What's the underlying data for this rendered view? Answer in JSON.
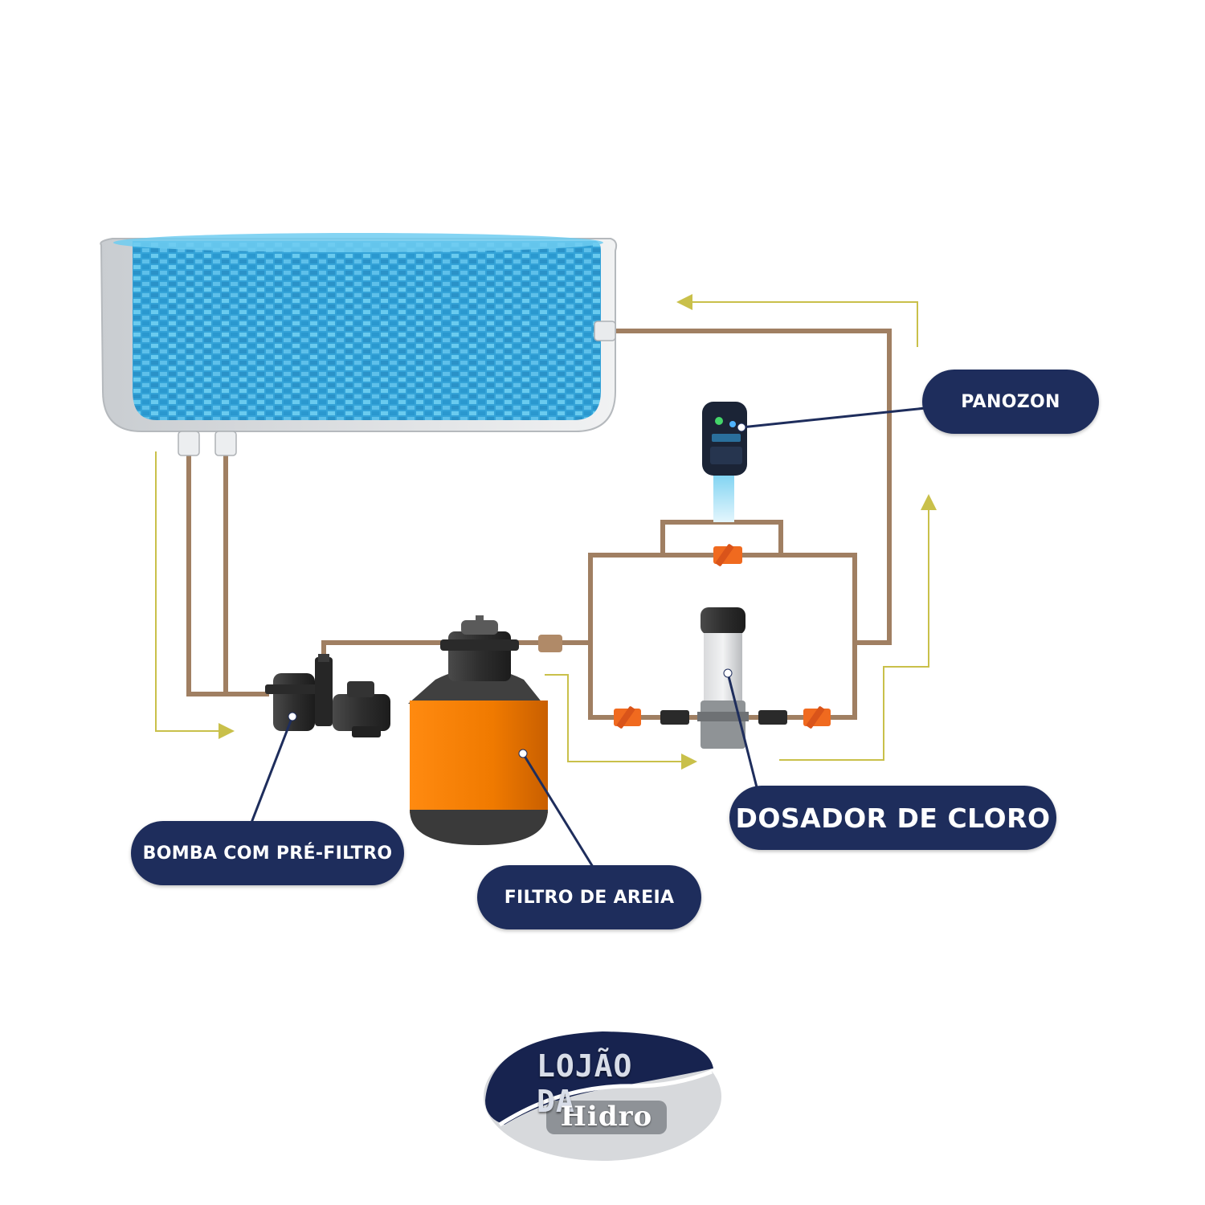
{
  "labels": {
    "panozon": "PANOZON",
    "dosador": "DOSADOR DE CLORO",
    "bomba": "BOMBA COM PRÉ-FILTRO",
    "filtro": "FILTRO DE AREIA"
  },
  "logo": {
    "line1": "LOJÃO DA",
    "line2": "Hidro"
  },
  "colors": {
    "label_bg": "#1e2d5c",
    "pipe": "#a07f62",
    "flow_arrow": "#c9c04a",
    "water": "#3aa8dc",
    "filter_body": "#f07a00",
    "valve": "#f06a1f"
  }
}
